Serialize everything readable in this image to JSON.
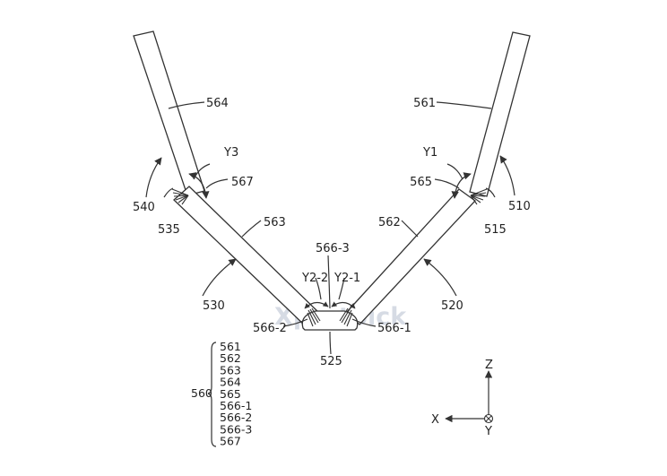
{
  "watermark": "Xpertpick",
  "labels": {
    "l510": "510",
    "l515": "515",
    "l520": "520",
    "l525": "525",
    "l530": "530",
    "l535": "535",
    "l540": "540",
    "l561": "561",
    "l562": "562",
    "l563": "563",
    "l564": "564",
    "l565": "565",
    "l5661": "566-1",
    "l5662": "566-2",
    "l5663": "566-3",
    "l567": "567",
    "Y1": "Y1",
    "Y21": "Y2-1",
    "Y22": "Y2-2",
    "Y3": "Y3"
  },
  "legend": {
    "group": "560",
    "items": [
      "561",
      "562",
      "563",
      "564",
      "565",
      "566-1",
      "566-2",
      "566-3",
      "567"
    ]
  },
  "axes": {
    "z": "Z",
    "x": "X",
    "y": "Y"
  }
}
